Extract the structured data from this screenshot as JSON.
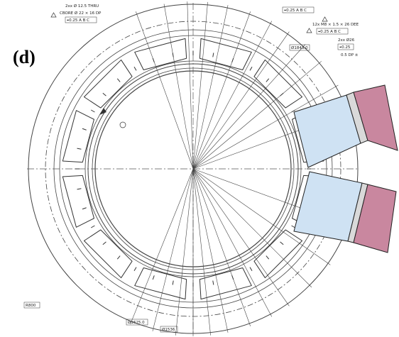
{
  "panel_label": "(d)",
  "notes": {
    "top_left_1": "2xx Ø 12.5 THRU",
    "top_left_2": "CBORE Ø 22 × 16 DP",
    "top_left_3": "⌖0.25 A B C",
    "top_right_tol": "⌖0.25 A B C",
    "right_1": "12x M8 × 1.5 × 26 DEE",
    "right_2": "⌖0.25 A B C",
    "right_3": "Ø1843.0",
    "right_4": "2xx Ø26",
    "right_5": "⌖0.25",
    "right_6": "0.5 DP ±",
    "bottom_left": "R800",
    "bottom_1": "Ø1625.0",
    "bottom_2": "Ø1536"
  },
  "colors": {
    "line": "#333333",
    "light_blue": "#cfe2f3",
    "grey": "#d9d9d9",
    "pink": "#c9879f"
  }
}
